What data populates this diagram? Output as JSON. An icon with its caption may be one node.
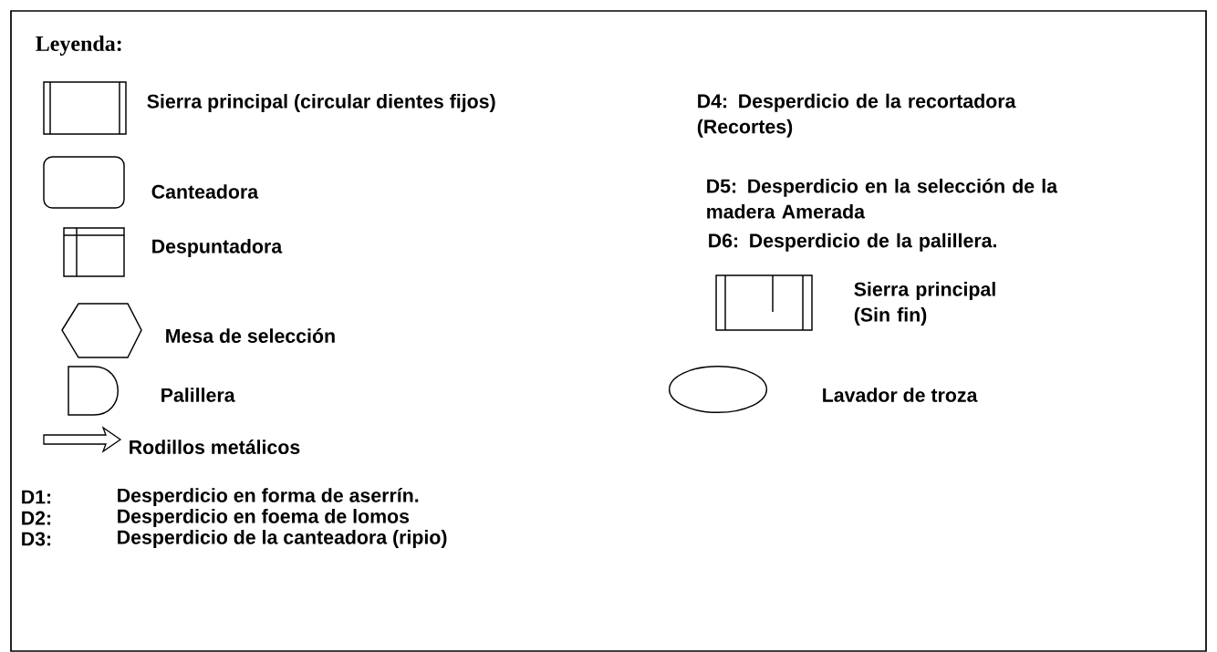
{
  "diagram": {
    "title": "Leyenda:",
    "legend": [
      {
        "text": "Sierra principal (circular dientes fijos)"
      },
      {
        "text": "Canteadora"
      },
      {
        "text": "Despuntadora"
      },
      {
        "text": "Mesa de selección"
      },
      {
        "text": "Palillera"
      },
      {
        "text": "Rodillos metálicos"
      },
      {
        "text": "Sierra principal (Sin fin)"
      },
      {
        "text": "Lavador de troza"
      }
    ],
    "labels": [
      "D4: Desperdicio de la recortadora (Recortes)",
      "D5: Desperdicio en la selección de la madera Amerada",
      "D6: Desperdicio de la palillera.",
      "D1:",
      "Desperdicio en forma de aserrín.",
      "D2:",
      "Desperdicio en foema de lomos",
      "D3:",
      "Desperdicio de la canteadora (ripio)"
    ]
  }
}
